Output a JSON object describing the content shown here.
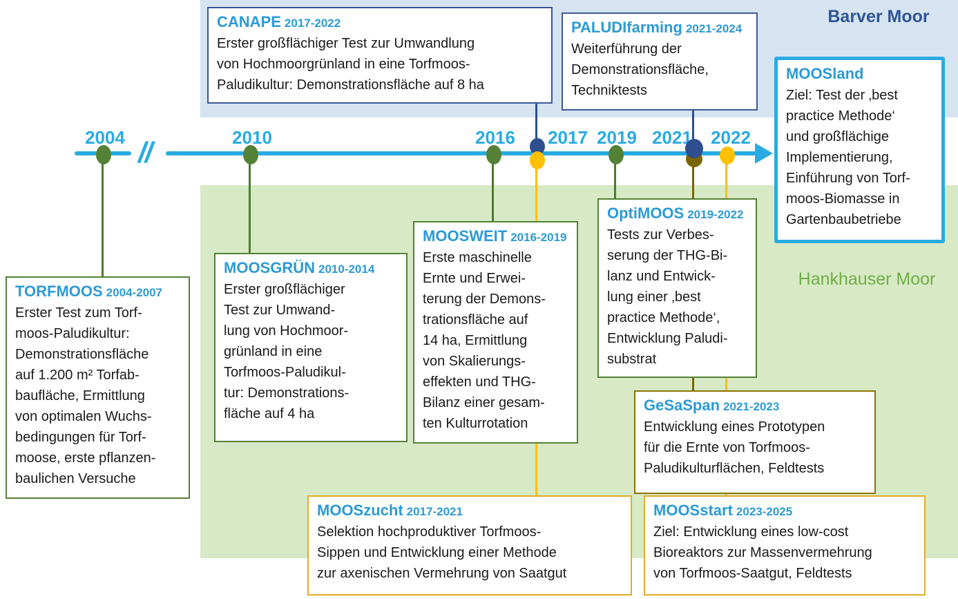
{
  "regions": {
    "barver": {
      "label": "Barver Moor"
    },
    "hankhauser": {
      "label": "Hankhauser Moor"
    }
  },
  "timeline": {
    "break_symbol": "//",
    "years": [
      "2004",
      "2010",
      "2016",
      "2017",
      "2019",
      "2021",
      "2022"
    ]
  },
  "projects": [
    {
      "name": "TORFMOOS",
      "years": "2004-2007",
      "description": "Erster Test zum Torf-\nmoos-Paludikultur:\nDemonstrationsfläche\nauf 1.200 m² Torfab-\nbaufläche, Ermittlung\nvon optimalen Wuchs-\nbedingungen für Torf-\nmoose, erste pflanzen-\nbaulichen Versuche"
    },
    {
      "name": "MOOSGRÜN",
      "years": "2010-2014",
      "description": "Erster großflächiger\nTest zur Umwand-\nlung von Hochmoor-\ngrünland in eine\nTorfmoos-Paludikul-\ntur: Demonstrations-\nfläche auf 4 ha"
    },
    {
      "name": "MOOSWEIT",
      "years": "2016-2019",
      "description": "Erste maschinelle\nErnte und Erwei-\nterung der Demons-\ntrationsfläche auf\n14 ha, Ermittlung\nvon Skalierungs-\neffekten und THG-\nBilanz einer gesam-\nten Kulturrotation"
    },
    {
      "name": "OptiMOOS",
      "years": "2019-2022",
      "description": "Tests zur Verbes-\nserung der THG-Bi-\nlanz und Entwick-\nlung einer ‚best\npractice Methode‘,\nEntwicklung Paludi-\nsubstrat"
    },
    {
      "name": "CANAPE",
      "years": "2017-2022",
      "description": "Erster großflächiger Test zur Umwandlung\nvon Hochmoorgrünland in eine Torfmoos-\nPaludikultur: Demonstrationsfläche auf 8 ha"
    },
    {
      "name": "PALUDIfarming",
      "years": "2021-2024",
      "description": "Weiterführung der\nDemonstrationsfläche,\nTechniktests"
    },
    {
      "name": "MOOSland",
      "years": "",
      "description": "Ziel: Test der ‚best\npractice Methode‘\nund großflächige\nImplementierung,\nEinführung von Torf-\nmoos-Biomasse in\nGartenbaubetriebe"
    },
    {
      "name": "GeSaSpan",
      "years": "2021-2023",
      "description": "Entwicklung eines Prototypen\nfür die Ernte von Torfmoos-\nPaludikulturflächen, Feldtests"
    },
    {
      "name": "MOOSzucht",
      "years": "2017-2021",
      "description": "Selektion hochproduktiver Torfmoos-\nSippen und Entwicklung einer Methode\nzur axenischen Vermehrung von Saatgut"
    },
    {
      "name": "MOOSstart",
      "years": "2023-2025",
      "description": "Ziel: Entwicklung eines low-cost\nBioreaktors zur Massenvermehrung\nvon Torfmoos-Saatgut, Feldtests"
    }
  ],
  "colors": {
    "timeline": "#29ABE2",
    "title-blue": "#2B9AD5",
    "body-text": "#1A1A1A",
    "band-blue": "#D6E4F2",
    "band-green": "#D7E9C5",
    "barver-text": "#2F5496",
    "hankhauser-text": "#70AD47",
    "cat-green": "#538135",
    "cat-darkblue": "#3A5795",
    "cat-gold": "#E3AC28",
    "cat-olive": "#8A7500",
    "cat-cyan": "#29ABE2",
    "stem-green": "#4E7A30",
    "stem-yellow": "#FFC000",
    "stem-olive": "#7A6400",
    "stem-darkblue": "#2E4E8E"
  }
}
